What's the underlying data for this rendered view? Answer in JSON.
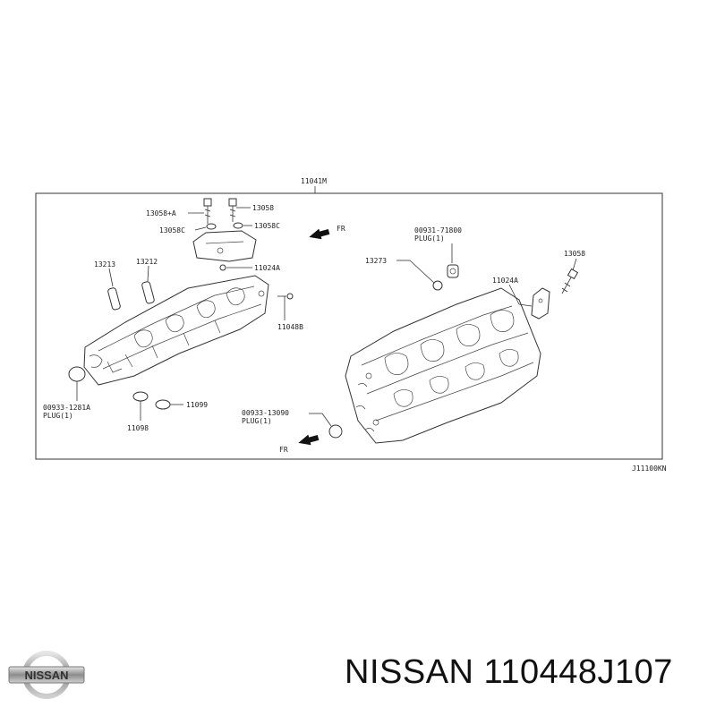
{
  "diagram": {
    "top_label": "11041M",
    "corner_code": "J11100KN",
    "fr_label_top": "FR",
    "fr_label_bottom": "FR",
    "callouts": {
      "c13058A": "13058+A",
      "c13058": "13058",
      "c13058C_left": "13058C",
      "c13058C_right": "13058C",
      "c13213": "13213",
      "c13212": "13212",
      "c11024A_left": "11024A",
      "c11048B": "11048B",
      "c00933_1281A": "00933-1281A",
      "plug_left": "PLUG(1)",
      "c11098": "11098",
      "c11099": "11099",
      "c00931_71800": "00931-71800",
      "plug_top_right": "PLUG(1)",
      "c13273": "13273",
      "c13058_right": "13058",
      "c11024A_right": "11024A",
      "c00933_13090": "00933-13090",
      "plug_bottom": "PLUG(1)"
    }
  },
  "brand": {
    "logo_text": "NISSAN",
    "title": "NISSAN 110448J107"
  }
}
